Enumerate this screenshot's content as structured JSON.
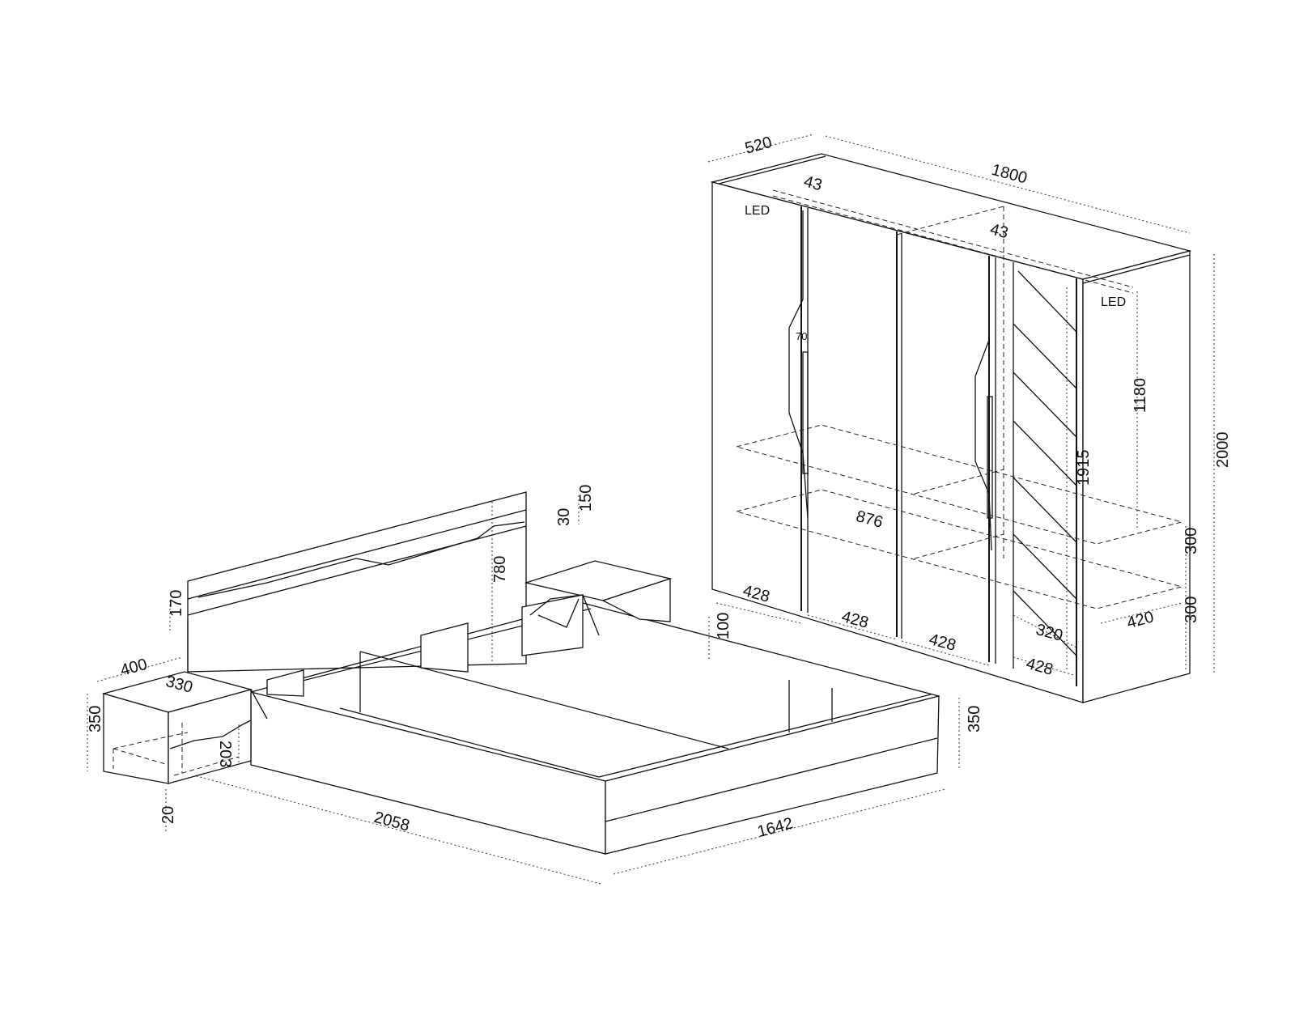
{
  "title": "Bedroom furniture set dimension drawing",
  "wardrobe": {
    "depth": "520",
    "width": "1800",
    "led_offset_left": "43",
    "led_offset_right": "43",
    "led_left": "LED",
    "led_right": "LED",
    "handle_offset": "70",
    "height": "2000",
    "inner_height": "1915",
    "upper_section": "1180",
    "shelf_width": "876",
    "shelf_spacing_upper": "300",
    "shelf_depth": "420",
    "shelf_spacing_lower": "300",
    "door_widths": [
      "428",
      "428",
      "428",
      "428"
    ],
    "mirror_shelf_depth": "320"
  },
  "bed": {
    "headboard_top": "150",
    "headboard_groove": "30",
    "headboard_height": "780",
    "headboard_lower_panel": "170",
    "frame_inner_depth": "100",
    "length": "2058",
    "width": "1642",
    "frame_height": "350"
  },
  "nightstand": {
    "width": "400",
    "depth": "330",
    "height": "350",
    "drawer_height": "203",
    "leg_clearance": "20"
  }
}
